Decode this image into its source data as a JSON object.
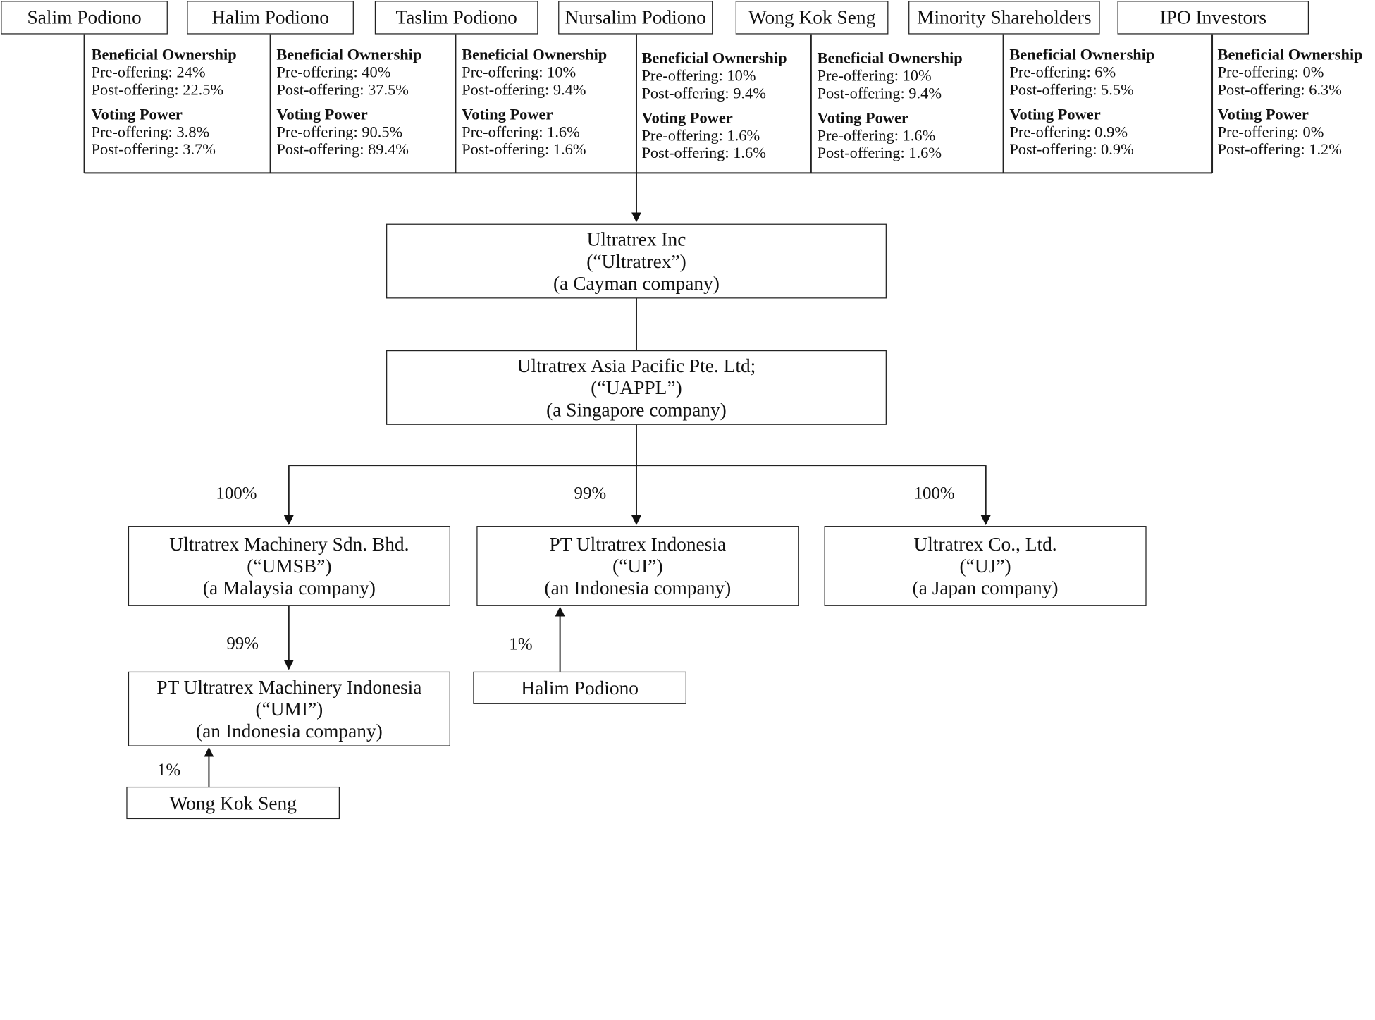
{
  "shareholders": [
    {
      "name": "Salim Podiono",
      "bo_label": "Beneficial Ownership",
      "bo_pre": "Pre-offering: 24%",
      "bo_post": "Post-offering: 22.5%",
      "vp_label": "Voting Power",
      "vp_pre": "Pre-offering: 3.8%",
      "vp_post": "Post-offering: 3.7%"
    },
    {
      "name": "Halim Podiono",
      "bo_label": "Beneficial Ownership",
      "bo_pre": "Pre-offering: 40%",
      "bo_post": "Post-offering: 37.5%",
      "vp_label": "Voting Power",
      "vp_pre": "Pre-offering: 90.5%",
      "vp_post": "Post-offering: 89.4%"
    },
    {
      "name": "Taslim Podiono",
      "bo_label": "Beneficial Ownership",
      "bo_pre": "Pre-offering: 10%",
      "bo_post": "Post-offering: 9.4%",
      "vp_label": "Voting Power",
      "vp_pre": "Pre-offering: 1.6%",
      "vp_post": "Post-offering: 1.6%"
    },
    {
      "name": "Nursalim Podiono",
      "bo_label": "Beneficial Ownership",
      "bo_pre": "Pre-offering: 10%",
      "bo_post": "Post-offering: 9.4%",
      "vp_label": "Voting Power",
      "vp_pre": "Pre-offering: 1.6%",
      "vp_post": "Post-offering: 1.6%"
    },
    {
      "name": "Wong Kok Seng",
      "bo_label": "Beneficial Ownership",
      "bo_pre": "Pre-offering: 10%",
      "bo_post": "Post-offering: 9.4%",
      "vp_label": "Voting Power",
      "vp_pre": "Pre-offering: 1.6%",
      "vp_post": "Post-offering: 1.6%"
    },
    {
      "name": "Minority Shareholders",
      "bo_label": "Beneficial Ownership",
      "bo_pre": "Pre-offering: 6%",
      "bo_post": "Post-offering: 5.5%",
      "vp_label": "Voting Power",
      "vp_pre": "Pre-offering: 0.9%",
      "vp_post": "Post-offering: 0.9%"
    },
    {
      "name": "IPO Investors",
      "bo_label": "Beneficial Ownership",
      "bo_pre": "Pre-offering: 0%",
      "bo_post": "Post-offering: 6.3%",
      "vp_label": "Voting Power",
      "vp_pre": "Pre-offering: 0%",
      "vp_post": "Post-offering: 1.2%"
    }
  ],
  "entities": {
    "ultratrex": {
      "name": "Ultratrex Inc",
      "short": "(“Ultratrex”)",
      "desc": "(a Cayman company)"
    },
    "uappl": {
      "name": "Ultratrex Asia Pacific Pte. Ltd;",
      "short": "(“UAPPL”)",
      "desc": "(a Singapore company)"
    },
    "umsb": {
      "name": "Ultratrex Machinery Sdn. Bhd.",
      "short": "(“UMSB”)",
      "desc": "(a Malaysia company)"
    },
    "ui": {
      "name": "PT Ultratrex Indonesia",
      "short": "(“UI”)",
      "desc": "(an Indonesia company)"
    },
    "uj": {
      "name": "Ultratrex Co., Ltd.",
      "short": "(“UJ”)",
      "desc": "(a Japan company)"
    },
    "umi": {
      "name": "PT Ultratrex Machinery Indonesia",
      "short": "(“UMI”)",
      "desc": "(an Indonesia company)"
    }
  },
  "minority_holders": {
    "halim": "Halim Podiono",
    "wong": "Wong Kok Seng"
  },
  "percentages": {
    "umsb": "100%",
    "ui": "99%",
    "uj": "100%",
    "umi": "99%",
    "ui_minority": "1%",
    "umi_minority": "1%"
  }
}
